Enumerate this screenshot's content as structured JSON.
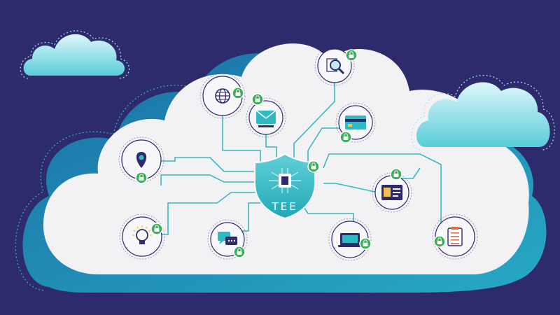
{
  "diagram": {
    "center_label": "TEE",
    "colors": {
      "background": "#2d2b6b",
      "cloud_main": "#f2f2f4",
      "cloud_shadow": "#1d8fb0",
      "accent": "#2fb9c4",
      "connector": "#3cb8c0",
      "lock_badge": "#3fae5a",
      "small_cloud": "#7fdde6"
    },
    "nodes": [
      {
        "name": "globe-node",
        "icon": "globe-icon"
      },
      {
        "name": "mail-node",
        "icon": "envelope-icon"
      },
      {
        "name": "document-search-node",
        "icon": "magnifier-icon"
      },
      {
        "name": "credit-card-node",
        "icon": "credit-card-icon"
      },
      {
        "name": "location-node",
        "icon": "map-pin-icon"
      },
      {
        "name": "id-card-node",
        "icon": "id-card-icon"
      },
      {
        "name": "idea-node",
        "icon": "lightbulb-icon"
      },
      {
        "name": "chat-node",
        "icon": "chat-bubbles-icon"
      },
      {
        "name": "laptop-node",
        "icon": "laptop-icon"
      },
      {
        "name": "clipboard-node",
        "icon": "clipboard-icon"
      }
    ]
  }
}
